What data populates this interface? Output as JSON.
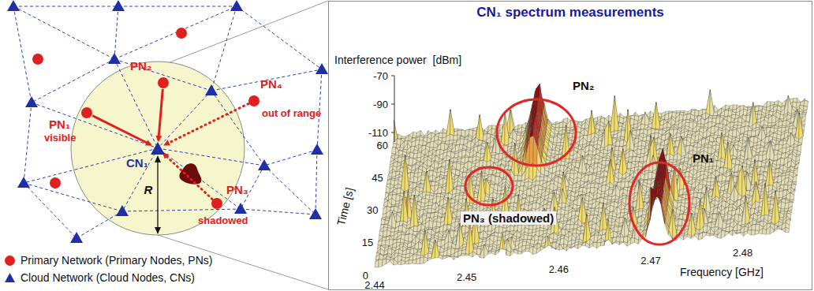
{
  "diagram": {
    "title": "CN₁ spectrum measurements",
    "nodes": [
      {
        "text": [
          "PN₂"
        ]
      },
      {
        "text": [
          "PN₄",
          "out of range"
        ]
      },
      {
        "text": [
          "PN₁",
          "visible"
        ]
      },
      {
        "text": [
          "CN₁"
        ]
      },
      {
        "text": [
          "PN₃",
          "shadowed"
        ]
      }
    ],
    "edges": [
      {
        "from": 0,
        "to": 3,
        "arrow": "to"
      },
      {
        "from": 1,
        "to": 3,
        "arrow": "to"
      },
      {
        "from": 2,
        "to": 3,
        "arrow": "to"
      },
      {
        "from": 4,
        "to": 3,
        "arrow": "to"
      }
    ],
    "labels": [
      "R",
      "Interference power  [dBm]",
      "-70",
      "-90",
      "-110",
      "60",
      "45",
      "30",
      "15",
      "0",
      "Time [s]",
      "2.44",
      "2.45",
      "2.46",
      "2.47",
      "2.48",
      "Frequency [GHz]",
      "PN₂",
      "PN₁",
      "PN₃ (shadowed)"
    ],
    "legend": [
      {
        "text": "Primary Network (Primary Nodes, PNs)",
        "color": "#e02020"
      },
      {
        "text": "Cloud Network (Cloud Nodes, CNs)",
        "color": "#1f2fa8"
      }
    ]
  }
}
